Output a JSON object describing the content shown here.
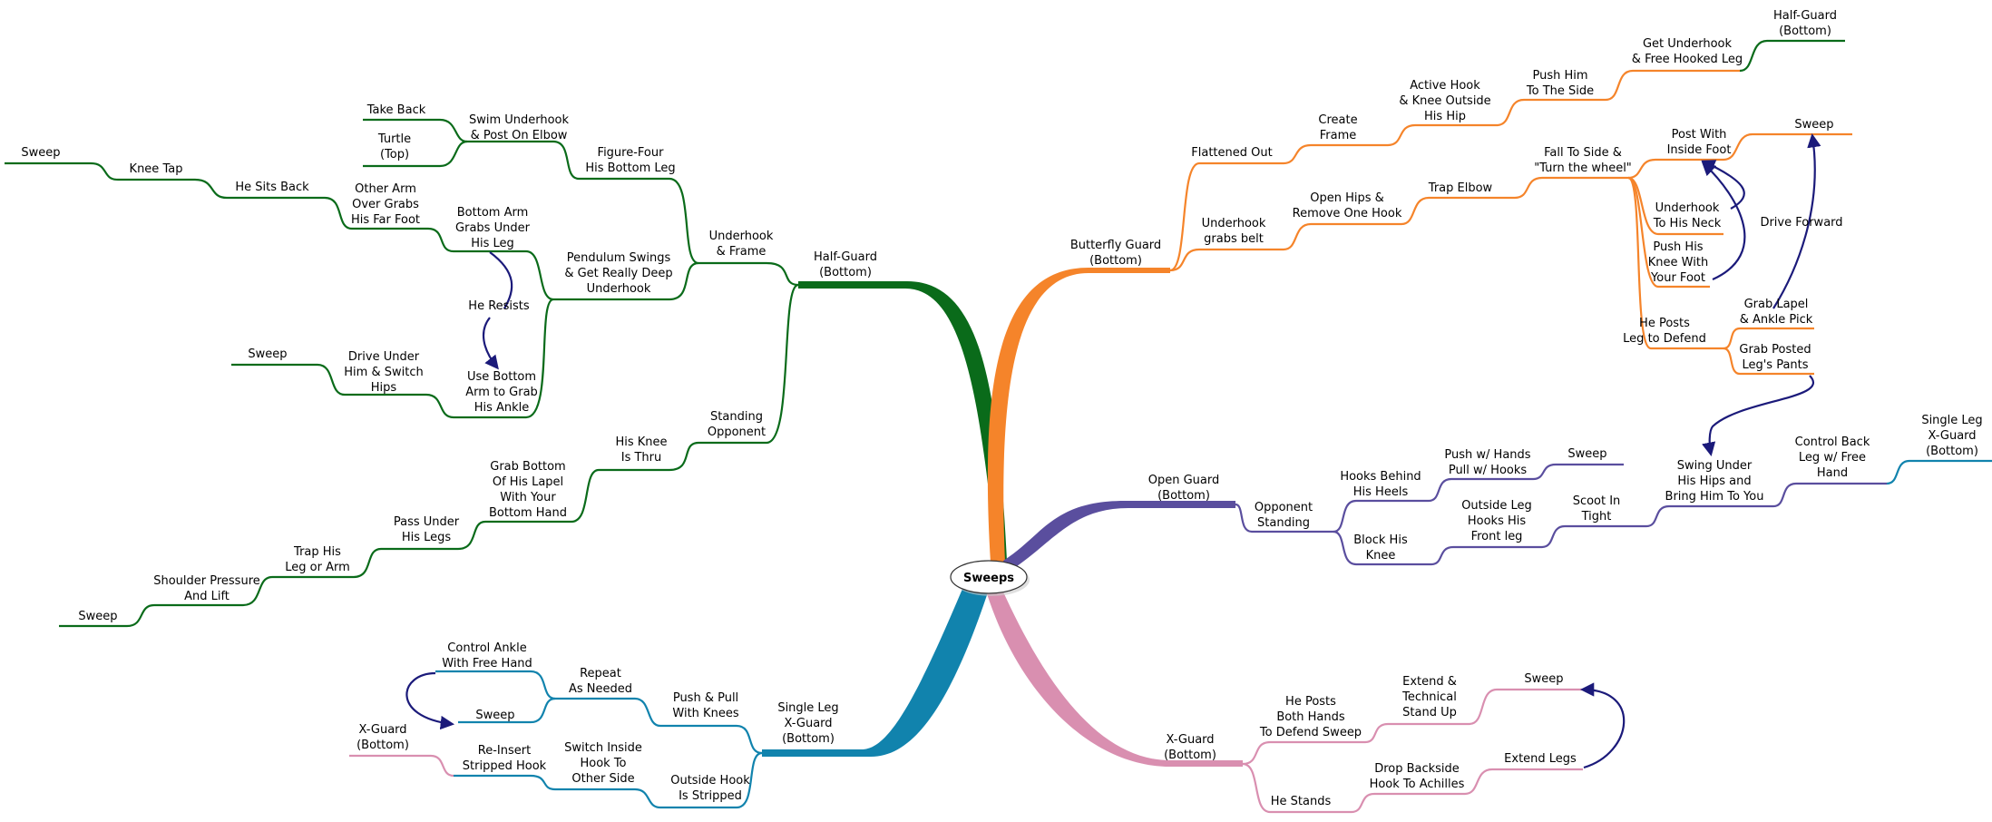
{
  "title": "",
  "center": {
    "label": "Sweeps"
  },
  "colors": {
    "green": "#0a6b1a",
    "orange": "#f5842a",
    "purple": "#5a4e9e",
    "blue": "#1183ad",
    "pink": "#d98fb0",
    "arrow": "#1b1a7a"
  },
  "nodes": {
    "half_guard": [
      "Half-Guard",
      "(Bottom)"
    ],
    "underhook_frame": [
      "Underhook",
      "& Frame"
    ],
    "figure_four": [
      "Figure-Four",
      "His Bottom Leg"
    ],
    "swim_underhook": [
      "Swim Underhook",
      "& Post On Elbow"
    ],
    "take_back": [
      "Take Back"
    ],
    "turtle_top": [
      "Turtle",
      "(Top)"
    ],
    "pendulum": [
      "Pendulum Swings",
      "& Get Really Deep",
      "Underhook"
    ],
    "bottom_arm_grabs": [
      "Bottom Arm",
      "Grabs Under",
      "His Leg"
    ],
    "other_arm": [
      "Other Arm",
      "Over Grabs",
      "His Far Foot"
    ],
    "he_sits_back": [
      "He Sits Back"
    ],
    "knee_tap": [
      "Knee Tap"
    ],
    "sweep_a": [
      "Sweep"
    ],
    "he_resists": [
      "He Resists"
    ],
    "use_bottom_arm": [
      "Use Bottom",
      "Arm to Grab",
      "His Ankle"
    ],
    "drive_under": [
      "Drive Under",
      "Him & Switch",
      "Hips"
    ],
    "sweep_b": [
      "Sweep"
    ],
    "standing_opp": [
      "Standing",
      "Opponent"
    ],
    "knee_thru": [
      "His Knee",
      "Is Thru"
    ],
    "grab_lapel": [
      "Grab Bottom",
      "Of His Lapel",
      "With Your",
      "Bottom Hand"
    ],
    "pass_under": [
      "Pass Under",
      "His Legs"
    ],
    "trap_leg": [
      "Trap His",
      "Leg or Arm"
    ],
    "shoulder_pressure": [
      "Shoulder Pressure",
      "And Lift"
    ],
    "sweep_c": [
      "Sweep"
    ],
    "butterfly": [
      "Butterfly Guard",
      "(Bottom)"
    ],
    "flattened": [
      "Flattened Out"
    ],
    "create_frame": [
      "Create",
      "Frame"
    ],
    "active_hook": [
      "Active Hook",
      "& Knee Outside",
      "His Hip"
    ],
    "push_side": [
      "Push Him",
      "To The Side"
    ],
    "get_underhook": [
      "Get Underhook",
      "& Free Hooked Leg"
    ],
    "half_guard_bottom2": [
      "Half-Guard",
      "(Bottom)"
    ],
    "underhook_belt": [
      "Underhook",
      "grabs belt"
    ],
    "open_hips": [
      "Open Hips &",
      "Remove One Hook"
    ],
    "trap_elbow": [
      "Trap Elbow"
    ],
    "fall_to_side": [
      "Fall To Side &",
      "\"Turn the wheel\""
    ],
    "post_inside": [
      "Post With",
      "Inside Foot"
    ],
    "sweep_d": [
      "Sweep"
    ],
    "underhook_neck": [
      "Underhook",
      "To His Neck"
    ],
    "push_knee": [
      "Push His",
      "Knee With",
      "Your Foot"
    ],
    "drive_forward": [
      "Drive Forward"
    ],
    "he_posts": [
      "He Posts",
      "Leg to Defend"
    ],
    "grab_lapel_pick": [
      "Grab Lapel",
      "& Ankle Pick"
    ],
    "grab_pants": [
      "Grab Posted",
      "Leg's Pants"
    ],
    "swing_under": [
      "Swing Under",
      "His Hips and",
      "Bring Him To You"
    ],
    "control_back": [
      "Control Back",
      "Leg w/ Free",
      "Hand"
    ],
    "single_leg_x2": [
      "Single Leg",
      "X-Guard",
      "(Bottom)"
    ],
    "open_guard": [
      "Open Guard",
      "(Bottom)"
    ],
    "opp_standing": [
      "Opponent",
      "Standing"
    ],
    "hooks_behind": [
      "Hooks Behind",
      "His Heels"
    ],
    "push_hands": [
      "Push w/ Hands",
      "Pull w/ Hooks"
    ],
    "sweep_e": [
      "Sweep"
    ],
    "block_knee": [
      "Block His",
      "Knee"
    ],
    "outside_leg": [
      "Outside Leg",
      "Hooks His",
      "Front leg"
    ],
    "scoot": [
      "Scoot In",
      "Tight"
    ],
    "x_guard": [
      "X-Guard",
      "(Bottom)"
    ],
    "he_posts_both": [
      "He Posts",
      "Both Hands",
      "To Defend Sweep"
    ],
    "extend_tech": [
      "Extend &",
      "Technical",
      "Stand Up"
    ],
    "sweep_f": [
      "Sweep"
    ],
    "he_stands": [
      "He Stands"
    ],
    "drop_backside": [
      "Drop Backside",
      "Hook To Achilles"
    ],
    "extend_legs": [
      "Extend Legs"
    ],
    "single_leg_x": [
      "Single Leg",
      "X-Guard",
      "(Bottom)"
    ],
    "push_pull": [
      "Push & Pull",
      "With Knees"
    ],
    "repeat": [
      "Repeat",
      "As Needed"
    ],
    "control_ankle": [
      "Control Ankle",
      "With Free Hand"
    ],
    "sweep_g": [
      "Sweep"
    ],
    "outside_hook": [
      "Outside Hook",
      "Is Stripped"
    ],
    "switch_inside": [
      "Switch Inside",
      "Hook To",
      "Other Side"
    ],
    "reinsert": [
      "Re-Insert",
      "Stripped Hook"
    ],
    "x_guard_bottom2": [
      "X-Guard",
      "(Bottom)"
    ]
  }
}
